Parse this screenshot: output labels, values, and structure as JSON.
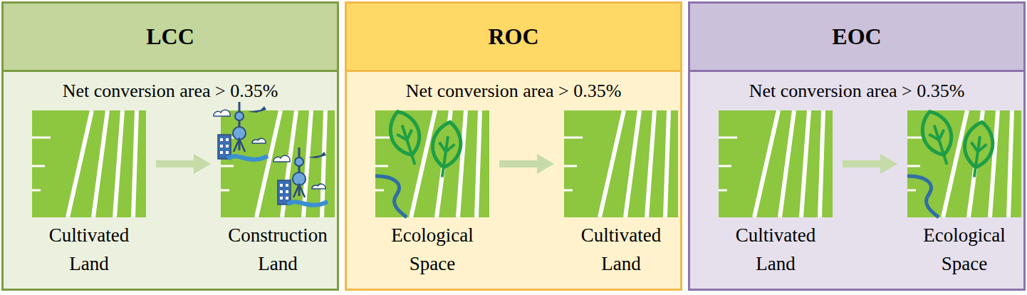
{
  "diagram": {
    "nodes": [
      {
        "text": [
          "Net conversion area > 0.35%"
        ]
      },
      {
        "text": [
          "LCC"
        ],
        "in": 0
      },
      {
        "text": [
          "Cultivated Land"
        ],
        "in": 0
      },
      {
        "text": [
          "Construction Land"
        ],
        "in": 0
      },
      {
        "text": [
          "Net conversion area > 0.35%"
        ]
      },
      {
        "text": [
          "ROC"
        ],
        "in": 4
      },
      {
        "text": [
          "Ecological Space"
        ],
        "in": 4
      },
      {
        "text": [
          "Cultivated Land"
        ],
        "in": 4
      },
      {
        "text": [
          "Net conversion area > 0.35%"
        ]
      },
      {
        "text": [
          "EOC"
        ],
        "in": 8
      },
      {
        "text": [
          "Cultivated Land"
        ],
        "in": 8
      },
      {
        "text": [
          "Ecological Space"
        ],
        "in": 8
      }
    ],
    "edges": [
      {
        "from": 2,
        "to": 3,
        "arrow": "to"
      },
      {
        "from": 6,
        "to": 7,
        "arrow": "to"
      },
      {
        "from": 10,
        "to": 11,
        "arrow": "to"
      }
    ]
  }
}
